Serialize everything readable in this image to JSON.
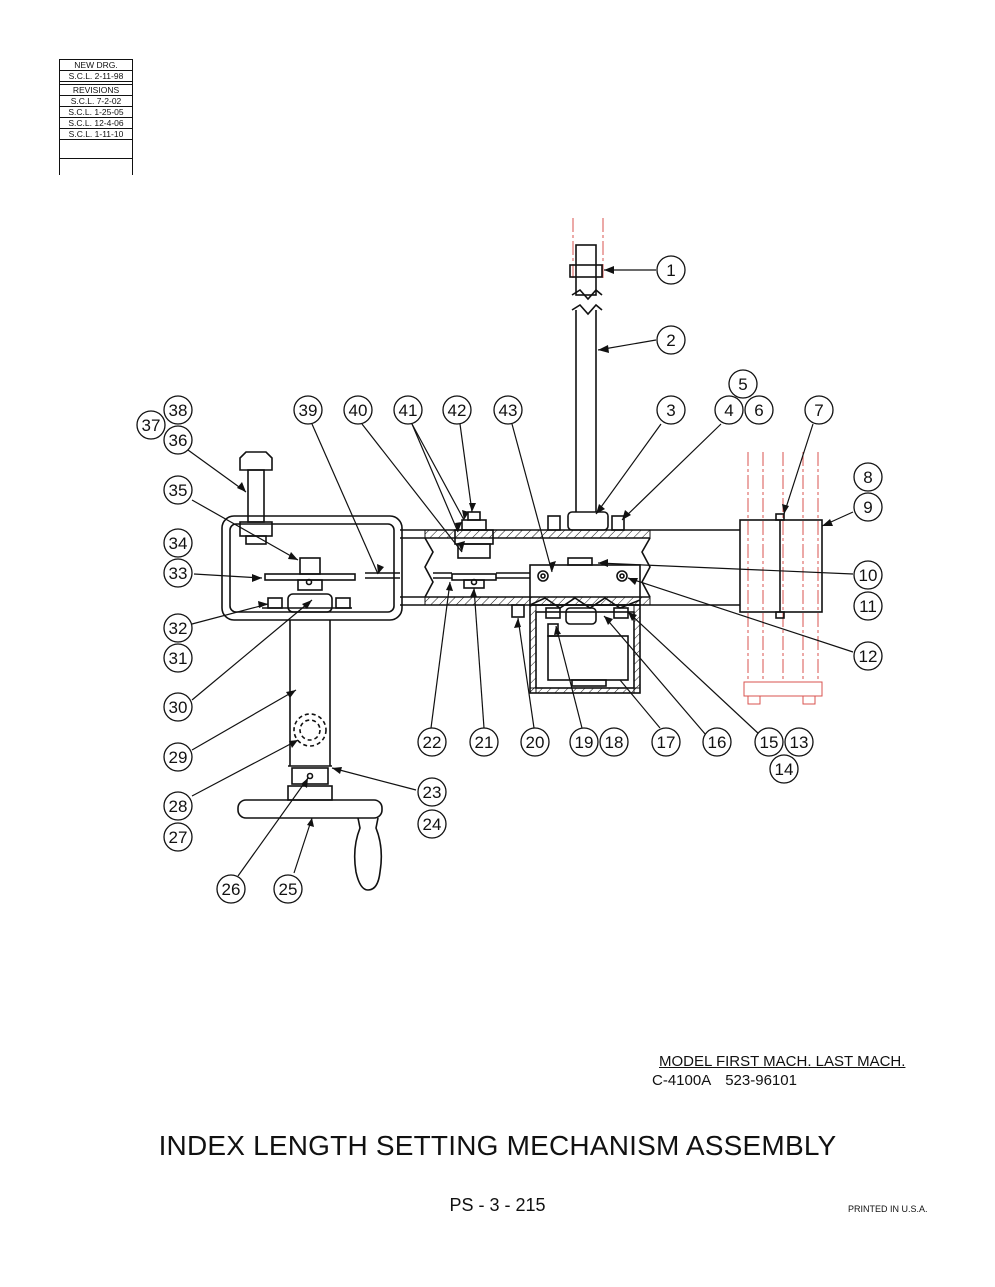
{
  "revisions": {
    "new_drawing_label": "NEW DRG.",
    "new_drawing_entry": "S.C.L. 2-11-98",
    "revisions_label": "REVISIONS",
    "entries": [
      "S.C.L. 7-2-02",
      "S.C.L. 1-25-05",
      "S.C.L. 12-4-06",
      "S.C.L. 1-11-10"
    ]
  },
  "callouts": [
    "1",
    "2",
    "3",
    "4",
    "5",
    "6",
    "7",
    "8",
    "9",
    "10",
    "11",
    "12",
    "13",
    "14",
    "15",
    "16",
    "17",
    "18",
    "19",
    "20",
    "21",
    "22",
    "23",
    "24",
    "25",
    "26",
    "27",
    "28",
    "29",
    "30",
    "31",
    "32",
    "33",
    "34",
    "35",
    "36",
    "37",
    "38",
    "39",
    "40",
    "41",
    "42",
    "43"
  ],
  "model_table": {
    "header": "MODEL  FIRST MACH.  LAST MACH.",
    "model": "C-4100A",
    "first_machine": "523-96101",
    "last_machine": ""
  },
  "title": "INDEX LENGTH SETTING MECHANISM ASSEMBLY",
  "page_code": "PS - 3 - 215",
  "printed": "PRINTED IN U.S.A.",
  "colors": {
    "line": "#111111",
    "phantom": "#d9534f"
  }
}
